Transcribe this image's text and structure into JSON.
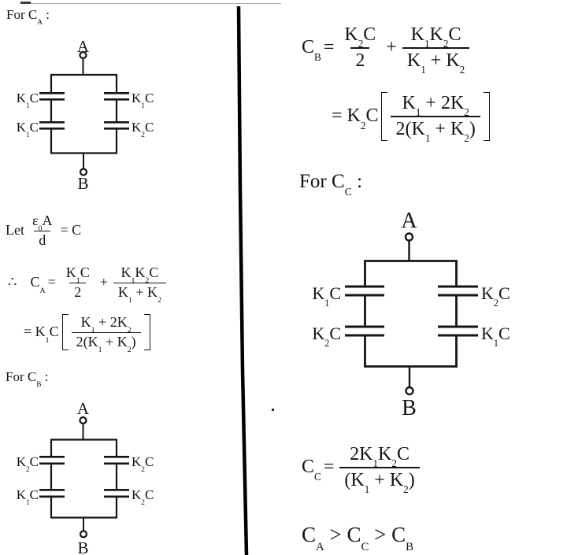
{
  "meta": {
    "ink_color": "#151515",
    "background_color": "#ffffff",
    "description": "Scanned textbook solution page: equivalent capacitance of capacitor networks with dielectrics"
  },
  "left": {
    "header_ca": [
      "For C",
      "_A",
      " :"
    ],
    "circuit_a": {
      "terminal_top": "A",
      "terminal_bottom": "B",
      "cap_left_top": [
        "K",
        "_1",
        "C"
      ],
      "cap_left_bottom": [
        "K",
        "_1",
        "C"
      ],
      "cap_right_top": [
        "K",
        "_1",
        "C"
      ],
      "cap_right_bottom": [
        "K",
        "_2",
        "C"
      ]
    },
    "let_line": {
      "prefix": "Let",
      "num": [
        "ε",
        "_0",
        "A"
      ],
      "den": [
        "d"
      ],
      "suffix": "= C"
    },
    "ca_line1": {
      "therefore": "∴",
      "lhs": [
        "C",
        "_A"
      ],
      "eq": "=",
      "f1_num": [
        "K",
        "_1",
        "C"
      ],
      "f1_den": [
        "2"
      ],
      "plus": "+",
      "f2_num": [
        "K",
        "_1",
        "K",
        "_2",
        "C"
      ],
      "f2_den": [
        "K",
        "_1",
        " + K",
        "_2"
      ]
    },
    "ca_line2": {
      "prefix": [
        "= K",
        "_1",
        "C"
      ],
      "num": [
        "K",
        "_1",
        " + 2K",
        "_2"
      ],
      "den": [
        "2(K",
        "_1",
        " + K",
        "_2",
        ")"
      ]
    },
    "header_cb": [
      "For C",
      "_B",
      " :"
    ],
    "circuit_b": {
      "terminal_top": "A",
      "terminal_bottom": "B",
      "cap_left_top": [
        "K",
        "_2",
        "C"
      ],
      "cap_left_bottom": [
        "K",
        "_1",
        "C"
      ],
      "cap_right_top": [
        "K",
        "_2",
        "C"
      ],
      "cap_right_bottom": [
        "K",
        "_2",
        "C"
      ]
    }
  },
  "right": {
    "cb_line1": {
      "lhs": [
        "C",
        "_B"
      ],
      "eq": "=",
      "f1_num": [
        "K",
        "_2",
        "C"
      ],
      "f1_den": [
        "2"
      ],
      "plus": "+",
      "f2_num": [
        "K",
        "_1",
        "K",
        "_2",
        "C"
      ],
      "f2_den": [
        "K",
        "_1",
        " + K",
        "_2"
      ]
    },
    "cb_line2": {
      "prefix": [
        "= K",
        "_2",
        "C"
      ],
      "num": [
        "K",
        "_1",
        " + 2K",
        "_2"
      ],
      "den": [
        "2(K",
        "_1",
        " + K",
        "_2",
        ")"
      ]
    },
    "header_cc": [
      "For C",
      "_C",
      " :"
    ],
    "circuit_c": {
      "terminal_top": "A",
      "terminal_bottom": "B",
      "cap_left_top": [
        "K",
        "_1",
        "C"
      ],
      "cap_left_bottom": [
        "K",
        "_2",
        "C"
      ],
      "cap_right_top": [
        "K",
        "_2",
        "C"
      ],
      "cap_right_bottom": [
        "K",
        "_1",
        "C"
      ]
    },
    "cc_line": {
      "lhs": [
        "C",
        "_C"
      ],
      "eq": "=",
      "num": [
        "2K",
        "_1",
        "K",
        "_2",
        "C"
      ],
      "den": [
        "(K",
        "_1",
        " + K",
        "_2",
        ")"
      ]
    },
    "inequality": [
      "C",
      "_A",
      " > C",
      "_C",
      " > C",
      "_B"
    ]
  }
}
